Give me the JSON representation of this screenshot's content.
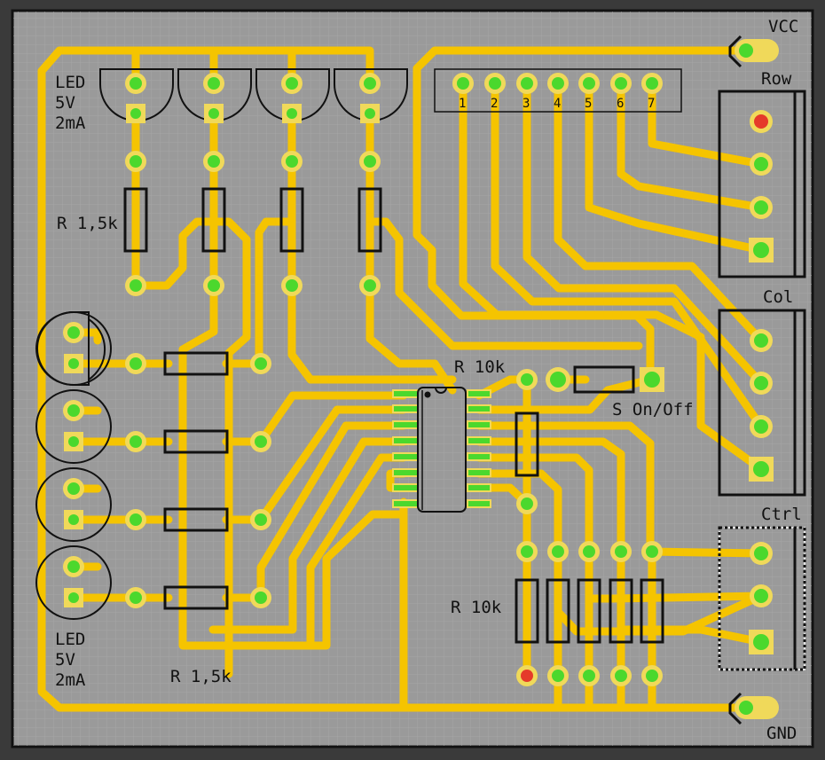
{
  "colors": {
    "background": "#3a3a3a",
    "board": "#9a9a9a",
    "trace": "#f5c400",
    "pad_ring": "#f0d95a",
    "pad_active": "#4bd82d",
    "pad_alert": "#e53a2a",
    "outline": "#111111"
  },
  "labels": {
    "vcc": "VCC",
    "gnd": "GND",
    "row": "Row",
    "col": "Col",
    "ctrl": "Ctrl",
    "led_top": [
      "LED",
      "5V",
      "2mA"
    ],
    "led_bottom": [
      "LED",
      "5V",
      "2mA"
    ],
    "r_top": "R 1,5k",
    "r_bottom": "R 1,5k",
    "r_mid": "R 10k",
    "r_right": "R 10k",
    "switch": "S On/Off"
  },
  "header_pins": [
    "1",
    "2",
    "3",
    "4",
    "5",
    "6",
    "7"
  ],
  "icons": {
    "led": "led-outline-icon",
    "resistor": "resistor-body-icon",
    "ic": "dip-ic-icon",
    "connector": "pin-header-icon"
  }
}
